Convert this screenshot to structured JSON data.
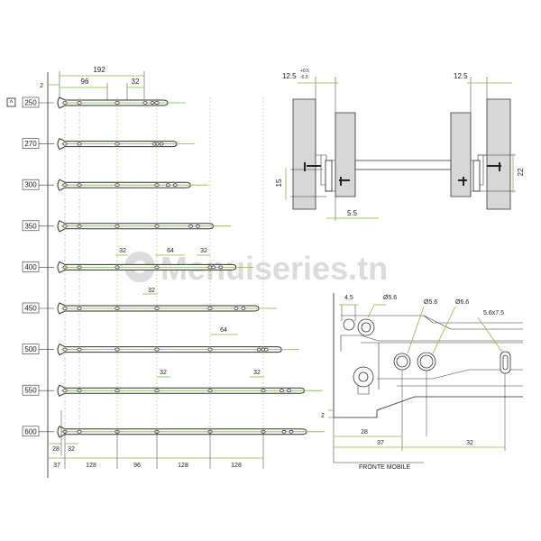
{
  "watermark": "Menuiseries.tn",
  "left_view": {
    "top_dims": {
      "overall": "192",
      "first": "96",
      "second": "32",
      "offset": "2"
    },
    "arrow_symbol": "^",
    "rail_lengths": [
      "250",
      "270",
      "300",
      "350",
      "400",
      "450",
      "500",
      "550",
      "600"
    ],
    "row_400_dims": [
      "32",
      "64",
      "32"
    ],
    "row_450_dim": "32",
    "row_500_dim": "64",
    "row_550_dims": [
      "32",
      "32"
    ],
    "start_dims": [
      "28",
      "32"
    ],
    "bottom_dims": [
      "37",
      "128",
      "96",
      "128",
      "128"
    ]
  },
  "top_right_view": {
    "left_top_dim": "12.5",
    "tolerance_plus": "+0.5",
    "tolerance_minus": "-0.5",
    "right_top_dim": "12.5",
    "left_side_dim": "15",
    "right_side_dim": "22",
    "bottom_dim": "5.5"
  },
  "detail_view": {
    "dims": [
      "4.5",
      "Ø5.6",
      "Ø5.6",
      "Ø6.6",
      "5.6x7.5"
    ],
    "left_dim": "2",
    "bottom_dims": {
      "first": "28",
      "second": "37",
      "third": "32"
    },
    "footer_label": "FRONTE MOBILE"
  }
}
